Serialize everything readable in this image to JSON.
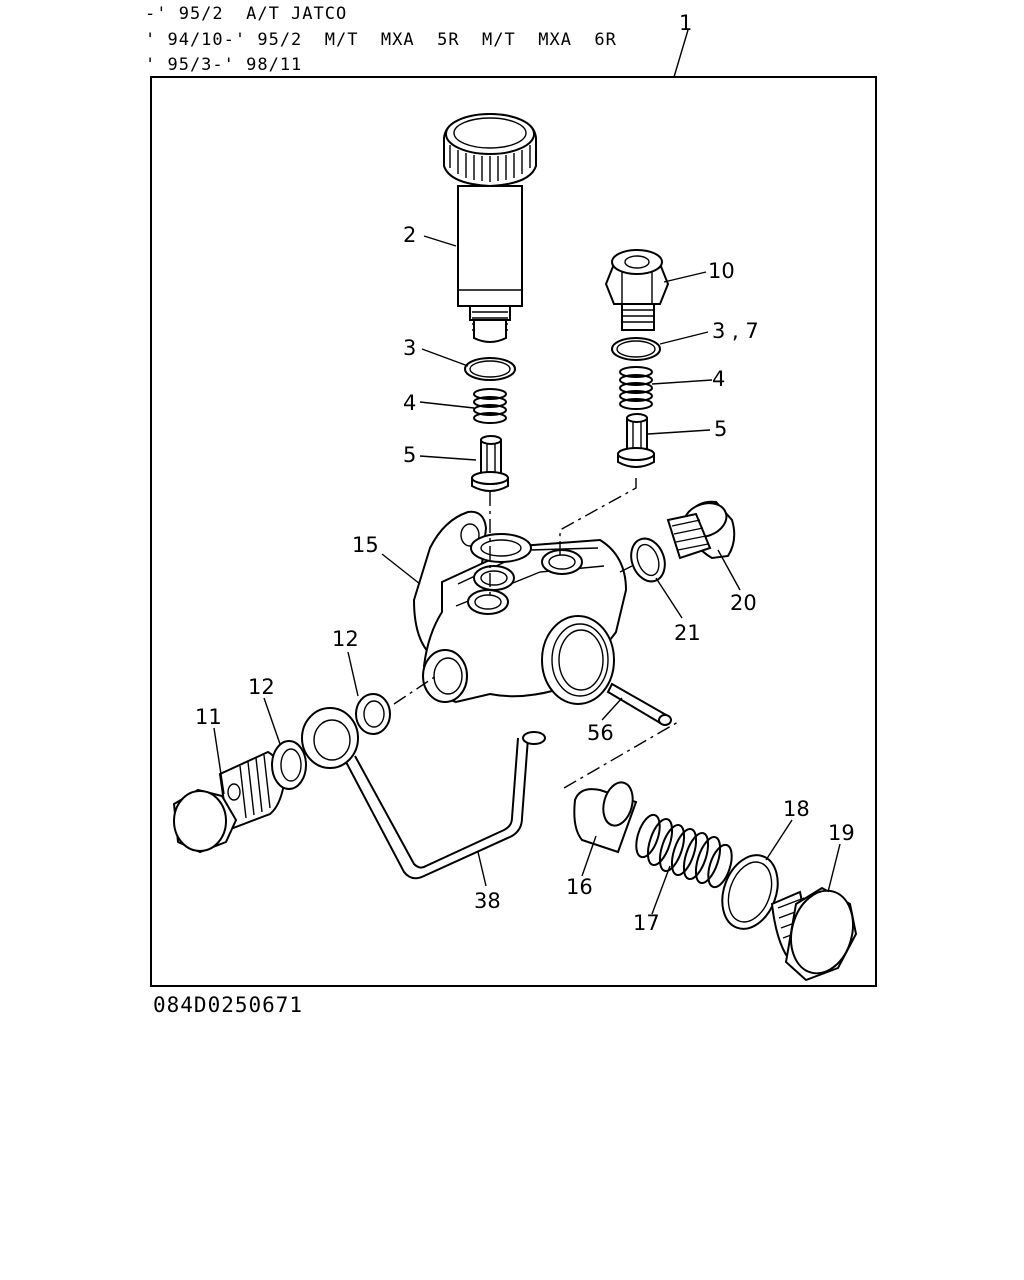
{
  "header": {
    "line1": "-' 95/2  A/T JATCO",
    "line2": "' 94/10-' 95/2  M/T  MXA  5R  M/T  MXA  6R",
    "line3": "' 95/3-' 98/11"
  },
  "diagram_code": "084D0250671",
  "callouts": {
    "c1": "1",
    "c2": "2",
    "c3a": "3",
    "c3b": "3 , 7",
    "c4a": "4",
    "c4b": "4",
    "c5a": "5",
    "c5b": "5",
    "c10": "10",
    "c11": "11",
    "c12a": "12",
    "c12b": "12",
    "c15": "15",
    "c16": "16",
    "c17": "17",
    "c18": "18",
    "c19": "19",
    "c20": "20",
    "c21": "21",
    "c38": "38",
    "c56": "56"
  }
}
